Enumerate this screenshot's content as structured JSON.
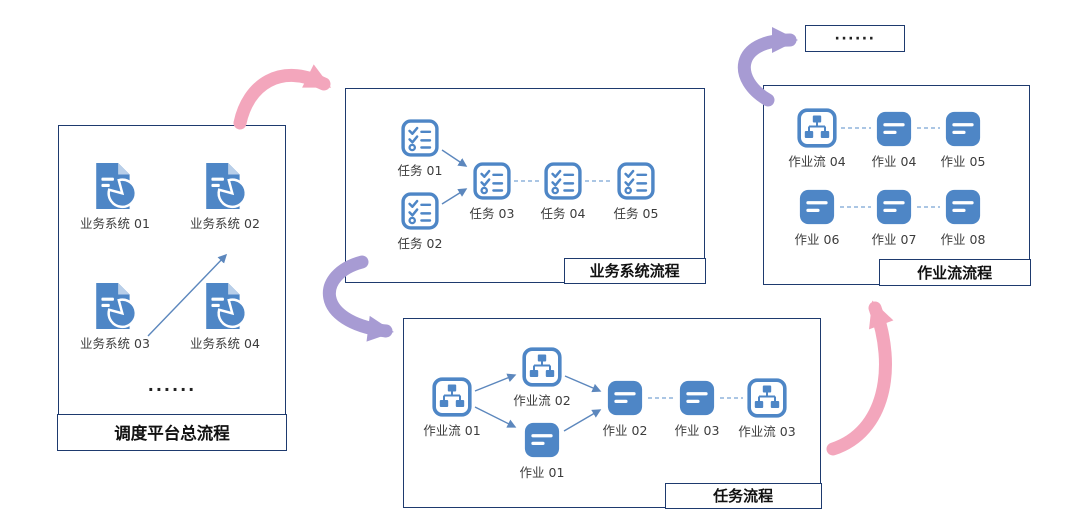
{
  "platform": {
    "title": "调度平台总流程",
    "items": [
      "业务系统 01",
      "业务系统 02",
      "业务系统 03",
      "业务系统 04"
    ],
    "ellipsis": "······"
  },
  "business": {
    "title": "业务系统流程",
    "items": [
      "任务 01",
      "任务 02",
      "任务 03",
      "任务 04",
      "任务 05"
    ]
  },
  "taskflow": {
    "title": "任务流程",
    "items": [
      "作业流 01",
      "作业流 02",
      "作业 01",
      "作业 02",
      "作业 03",
      "作业流 03"
    ]
  },
  "jobflow": {
    "title": "作业流流程",
    "items": [
      "作业流 04",
      "作业 04",
      "作业 05",
      "作业 06",
      "作业 07",
      "作业 08"
    ]
  },
  "more": "······",
  "colors": {
    "icon_blue": "#4e86c6",
    "border_navy": "#1e3a6e",
    "arrow_pink": "#f3a6bc",
    "arrow_purple": "#a79bd3",
    "connector_blue": "#5c87bd",
    "dashed_blue": "#8fb4dc"
  }
}
